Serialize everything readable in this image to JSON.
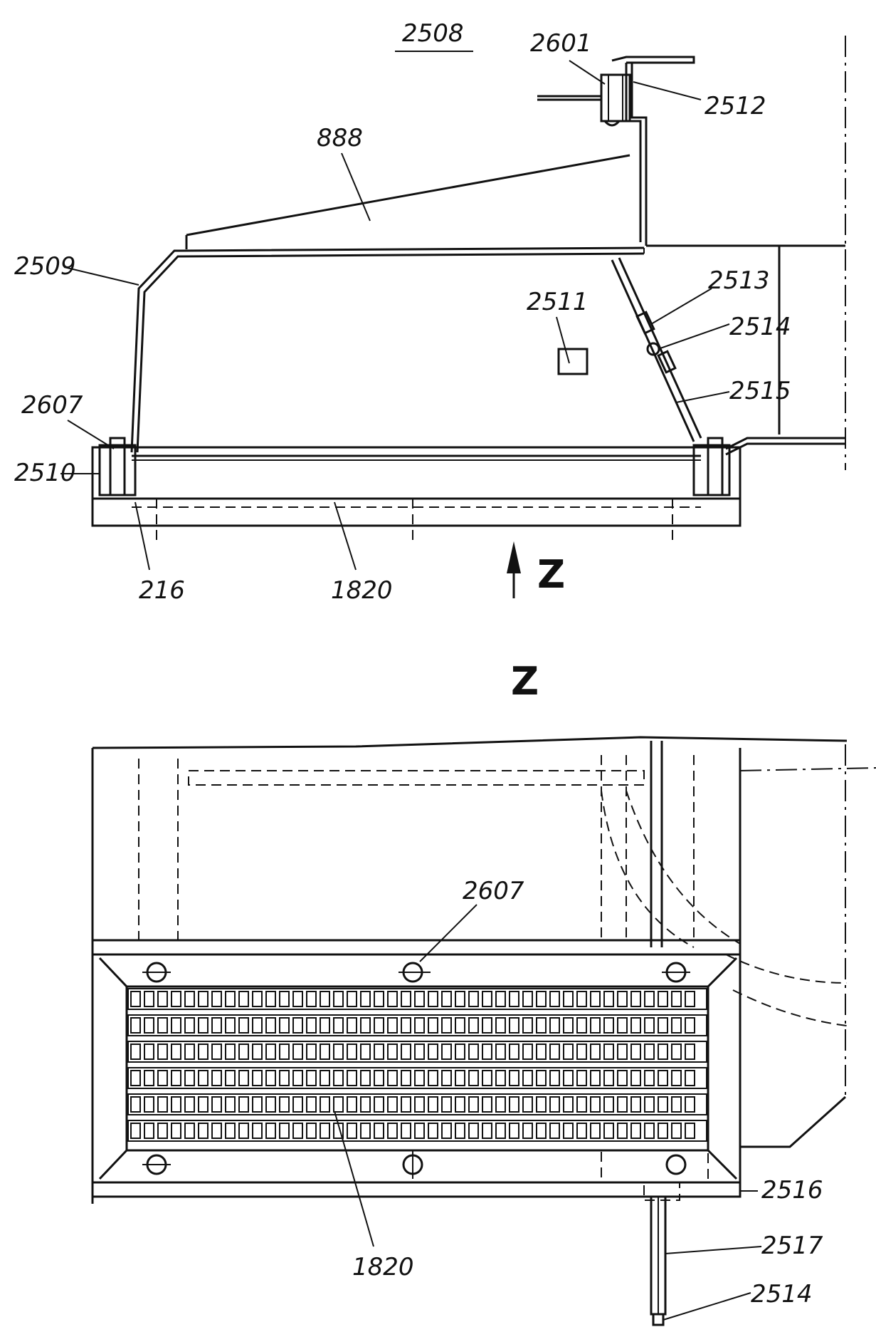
{
  "top_view": {
    "title": "2508",
    "labels": {
      "l2601": "2601",
      "l2512": "2512",
      "l888": "888",
      "l2509": "2509",
      "l2511": "2511",
      "l2513": "2513",
      "l2514": "2514",
      "l2515": "2515",
      "l2607": "2607",
      "l2510": "2510",
      "l216": "216",
      "l1820": "1820",
      "arrow": "Z"
    }
  },
  "bottom_view": {
    "title": "Z",
    "labels": {
      "l2607": "2607",
      "l2516": "2516",
      "l2517": "2517",
      "l2514": "2514",
      "l1820": "1820"
    }
  }
}
